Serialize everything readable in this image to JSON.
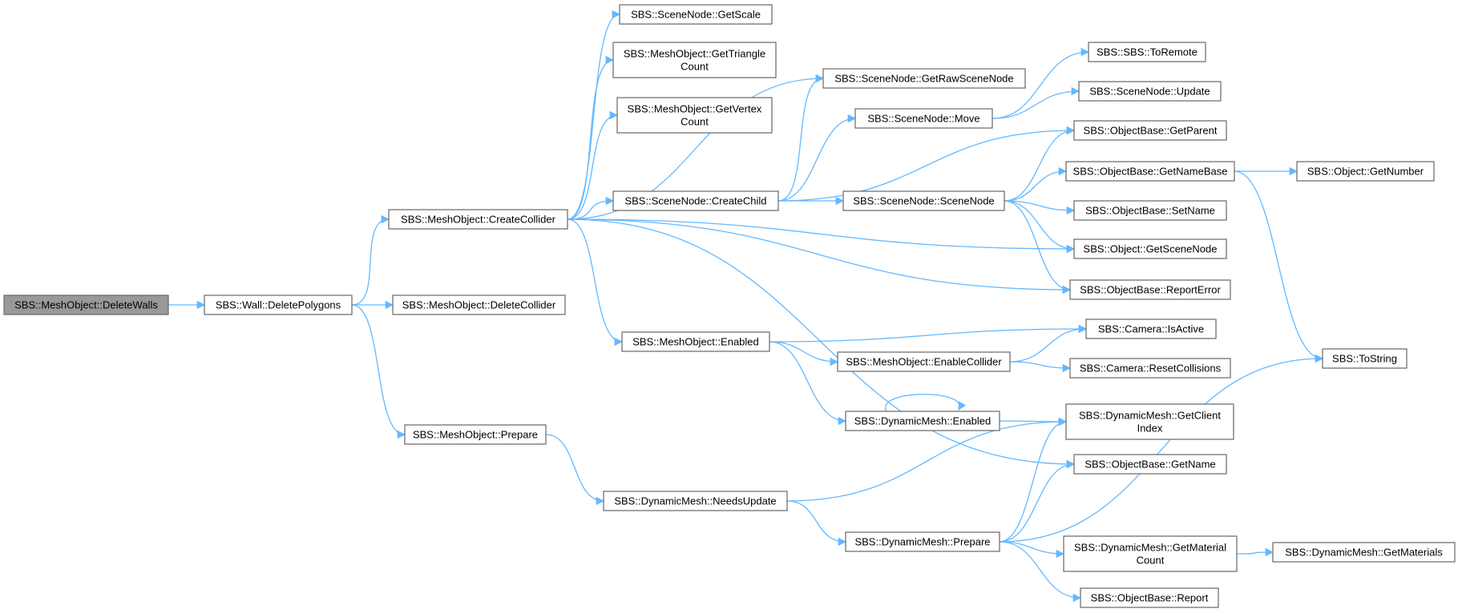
{
  "nodes": {
    "deleteWalls": [
      "SBS::MeshObject::DeleteWalls"
    ],
    "deletePolygons": [
      "SBS::Wall::DeletePolygons"
    ],
    "createCollider": [
      "SBS::MeshObject::CreateCollider"
    ],
    "deleteCollider": [
      "SBS::MeshObject::DeleteCollider"
    ],
    "moPrepare": [
      "SBS::MeshObject::Prepare"
    ],
    "getScale": [
      "SBS::SceneNode::GetScale"
    ],
    "getTriangleCount": [
      "SBS::MeshObject::GetTriangle",
      "Count"
    ],
    "getVertexCount": [
      "SBS::MeshObject::GetVertex",
      "Count"
    ],
    "createChild": [
      "SBS::SceneNode::CreateChild"
    ],
    "moEnabled": [
      "SBS::MeshObject::Enabled"
    ],
    "needsUpdate": [
      "SBS::DynamicMesh::NeedsUpdate"
    ],
    "getRawSceneNode": [
      "SBS::SceneNode::GetRawSceneNode"
    ],
    "snMove": [
      "SBS::SceneNode::Move"
    ],
    "snSceneNode": [
      "SBS::SceneNode::SceneNode"
    ],
    "enableCollider": [
      "SBS::MeshObject::EnableCollider"
    ],
    "dmEnabled": [
      "SBS::DynamicMesh::Enabled"
    ],
    "dmPrepare": [
      "SBS::DynamicMesh::Prepare"
    ],
    "toRemote": [
      "SBS::SBS::ToRemote"
    ],
    "snUpdate": [
      "SBS::SceneNode::Update"
    ],
    "getParent": [
      "SBS::ObjectBase::GetParent"
    ],
    "getNameBase": [
      "SBS::ObjectBase::GetNameBase"
    ],
    "setName": [
      "SBS::ObjectBase::SetName"
    ],
    "getSceneNode": [
      "SBS::Object::GetSceneNode"
    ],
    "reportError": [
      "SBS::ObjectBase::ReportError"
    ],
    "isActive": [
      "SBS::Camera::IsActive"
    ],
    "resetCollisions": [
      "SBS::Camera::ResetCollisions"
    ],
    "getClientIndex": [
      "SBS::DynamicMesh::GetClient",
      "Index"
    ],
    "getName": [
      "SBS::ObjectBase::GetName"
    ],
    "getMaterialCount": [
      "SBS::DynamicMesh::GetMaterial",
      "Count"
    ],
    "report": [
      "SBS::ObjectBase::Report"
    ],
    "getNumber": [
      "SBS::Object::GetNumber"
    ],
    "toString": [
      "SBS::ToString"
    ],
    "getMaterials": [
      "SBS::DynamicMesh::GetMaterials"
    ]
  },
  "edges": [
    [
      "deleteWalls",
      "deletePolygons"
    ],
    [
      "deletePolygons",
      "createCollider"
    ],
    [
      "deletePolygons",
      "deleteCollider"
    ],
    [
      "deletePolygons",
      "moPrepare"
    ],
    [
      "createCollider",
      "getScale"
    ],
    [
      "createCollider",
      "getTriangleCount"
    ],
    [
      "createCollider",
      "getVertexCount"
    ],
    [
      "createCollider",
      "getRawSceneNode"
    ],
    [
      "createCollider",
      "createChild"
    ],
    [
      "createCollider",
      "getSceneNode"
    ],
    [
      "createCollider",
      "reportError"
    ],
    [
      "createCollider",
      "moEnabled"
    ],
    [
      "createCollider",
      "getName"
    ],
    [
      "createChild",
      "getRawSceneNode"
    ],
    [
      "createChild",
      "snMove"
    ],
    [
      "createChild",
      "getParent"
    ],
    [
      "createChild",
      "snSceneNode"
    ],
    [
      "snMove",
      "toRemote"
    ],
    [
      "snMove",
      "snUpdate"
    ],
    [
      "snSceneNode",
      "getParent"
    ],
    [
      "snSceneNode",
      "getNameBase"
    ],
    [
      "snSceneNode",
      "setName"
    ],
    [
      "snSceneNode",
      "getSceneNode"
    ],
    [
      "snSceneNode",
      "reportError"
    ],
    [
      "getNameBase",
      "getNumber"
    ],
    [
      "getNameBase",
      "toString"
    ],
    [
      "moEnabled",
      "isActive"
    ],
    [
      "moEnabled",
      "enableCollider"
    ],
    [
      "moEnabled",
      "dmEnabled"
    ],
    [
      "enableCollider",
      "isActive"
    ],
    [
      "enableCollider",
      "resetCollisions"
    ],
    [
      "dmEnabled",
      "dmEnabled"
    ],
    [
      "dmEnabled",
      "getClientIndex"
    ],
    [
      "moPrepare",
      "needsUpdate"
    ],
    [
      "needsUpdate",
      "getClientIndex"
    ],
    [
      "needsUpdate",
      "dmPrepare"
    ],
    [
      "dmPrepare",
      "getClientIndex"
    ],
    [
      "dmPrepare",
      "getName"
    ],
    [
      "dmPrepare",
      "toString"
    ],
    [
      "dmPrepare",
      "getMaterialCount"
    ],
    [
      "dmPrepare",
      "report"
    ],
    [
      "getMaterialCount",
      "getMaterials"
    ]
  ],
  "root": "deleteWalls",
  "colors": {
    "edge": "#63b8ff",
    "node_border": "#666666",
    "root_fill": "#999999"
  }
}
